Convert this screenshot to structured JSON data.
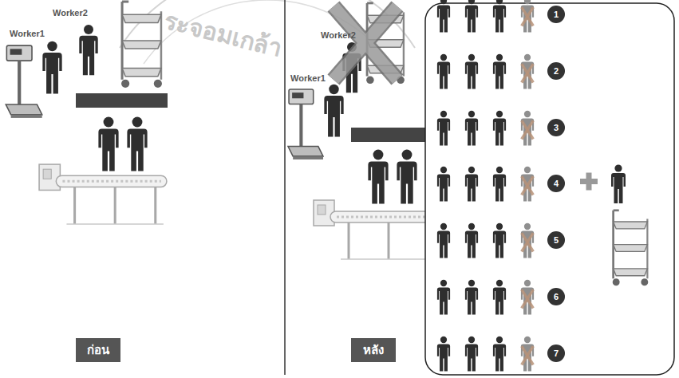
{
  "diagram": {
    "nodes": [
      {
        "text": [
          "ก่อน"
        ]
      },
      {
        "text": [
          "หลัง"
        ]
      },
      {
        "text": [
          "1"
        ]
      },
      {
        "text": [
          "2"
        ]
      },
      {
        "text": [
          "3"
        ]
      },
      {
        "text": [
          "4"
        ]
      },
      {
        "text": [
          "5"
        ]
      },
      {
        "text": [
          "6"
        ]
      },
      {
        "text": [
          "7"
        ]
      }
    ],
    "labels": [
      "ระจอมเกล้า",
      "Worker2",
      "Worker1",
      "Worker2",
      "Worker1"
    ]
  }
}
